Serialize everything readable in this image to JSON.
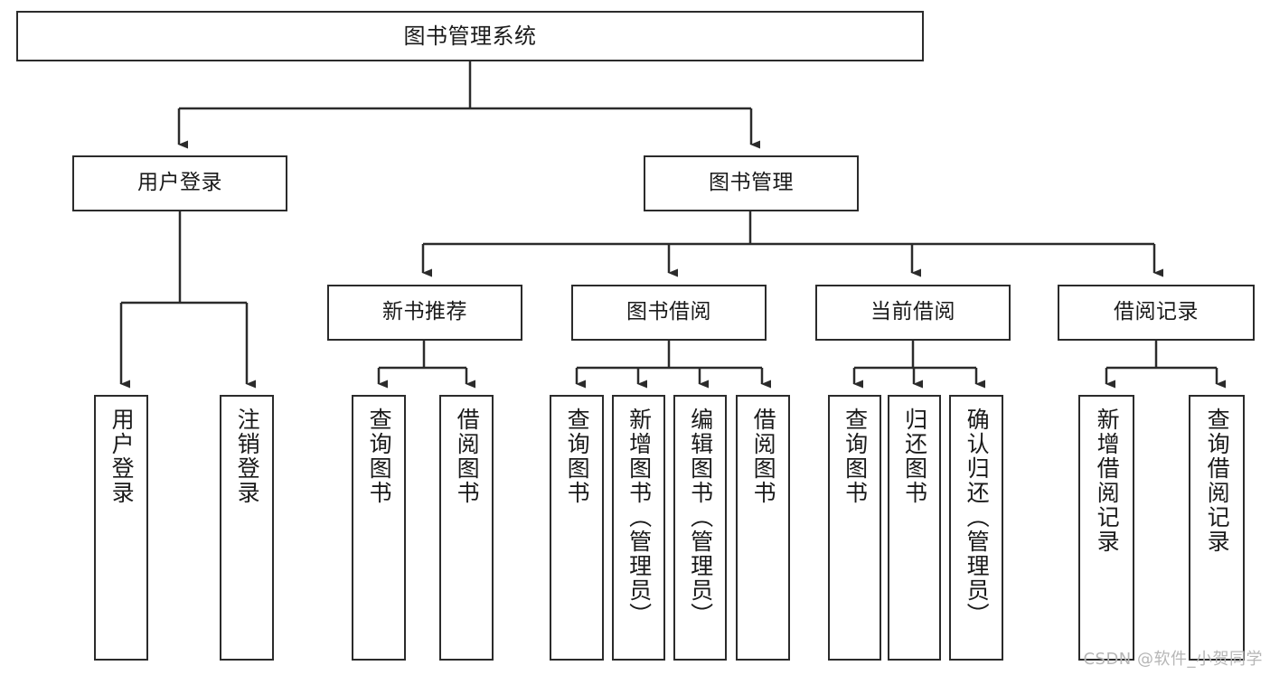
{
  "diagram": {
    "title": "图书管理系统",
    "type": "hierarchy-tree",
    "watermark": "CSDN @软件_小贺同学",
    "colors": {
      "stroke": "#2b2b2b",
      "fill": "#ffffff",
      "text": "#1a1a1a",
      "watermark": "#b6b6b6"
    },
    "nodes": {
      "root": {
        "label": "图书管理系统",
        "level": 1,
        "orientation": "horizontal"
      },
      "user_login": {
        "label": "用户登录",
        "level": 2,
        "orientation": "horizontal"
      },
      "book_manage": {
        "label": "图书管理",
        "level": 2,
        "orientation": "horizontal"
      },
      "new_book_rec": {
        "label": "新书推荐",
        "level": 3,
        "orientation": "horizontal"
      },
      "book_borrow": {
        "label": "图书借阅",
        "level": 3,
        "orientation": "horizontal"
      },
      "current_borrow": {
        "label": "当前借阅",
        "level": 3,
        "orientation": "horizontal"
      },
      "borrow_record": {
        "label": "借阅记录",
        "level": 3,
        "orientation": "horizontal"
      },
      "leaf_user_login": {
        "label": "用户登录",
        "level": 4,
        "orientation": "vertical"
      },
      "leaf_logout": {
        "label": "注销登录",
        "level": 4,
        "orientation": "vertical"
      },
      "leaf_query_book_1": {
        "label": "查询图书",
        "level": 4,
        "orientation": "vertical"
      },
      "leaf_borrow_book_1": {
        "label": "借阅图书",
        "level": 4,
        "orientation": "vertical"
      },
      "leaf_query_book_2": {
        "label": "查询图书",
        "level": 4,
        "orientation": "vertical"
      },
      "leaf_add_book": {
        "label": "新增图书（管理员）",
        "level": 4,
        "orientation": "vertical"
      },
      "leaf_edit_book": {
        "label": "编辑图书（管理员）",
        "level": 4,
        "orientation": "vertical"
      },
      "leaf_borrow_book_2": {
        "label": "借阅图书",
        "level": 4,
        "orientation": "vertical"
      },
      "leaf_query_book_3": {
        "label": "查询图书",
        "level": 4,
        "orientation": "vertical"
      },
      "leaf_return_book": {
        "label": "归还图书",
        "level": 4,
        "orientation": "vertical"
      },
      "leaf_confirm_return": {
        "label": "确认归还（管理员）",
        "level": 4,
        "orientation": "vertical"
      },
      "leaf_add_record": {
        "label": "新增借阅记录",
        "level": 4,
        "orientation": "vertical"
      },
      "leaf_query_record": {
        "label": "查询借阅记录",
        "level": 4,
        "orientation": "vertical"
      }
    },
    "edges": [
      {
        "from": "root",
        "to": "user_login"
      },
      {
        "from": "root",
        "to": "book_manage"
      },
      {
        "from": "user_login",
        "to": "leaf_user_login"
      },
      {
        "from": "user_login",
        "to": "leaf_logout"
      },
      {
        "from": "book_manage",
        "to": "new_book_rec"
      },
      {
        "from": "book_manage",
        "to": "book_borrow"
      },
      {
        "from": "book_manage",
        "to": "current_borrow"
      },
      {
        "from": "book_manage",
        "to": "borrow_record"
      },
      {
        "from": "new_book_rec",
        "to": "leaf_query_book_1"
      },
      {
        "from": "new_book_rec",
        "to": "leaf_borrow_book_1"
      },
      {
        "from": "book_borrow",
        "to": "leaf_query_book_2"
      },
      {
        "from": "book_borrow",
        "to": "leaf_add_book"
      },
      {
        "from": "book_borrow",
        "to": "leaf_edit_book"
      },
      {
        "from": "book_borrow",
        "to": "leaf_borrow_book_2"
      },
      {
        "from": "current_borrow",
        "to": "leaf_query_book_3"
      },
      {
        "from": "current_borrow",
        "to": "leaf_return_book"
      },
      {
        "from": "current_borrow",
        "to": "leaf_confirm_return"
      },
      {
        "from": "borrow_record",
        "to": "leaf_add_record"
      },
      {
        "from": "borrow_record",
        "to": "leaf_query_record"
      }
    ]
  }
}
